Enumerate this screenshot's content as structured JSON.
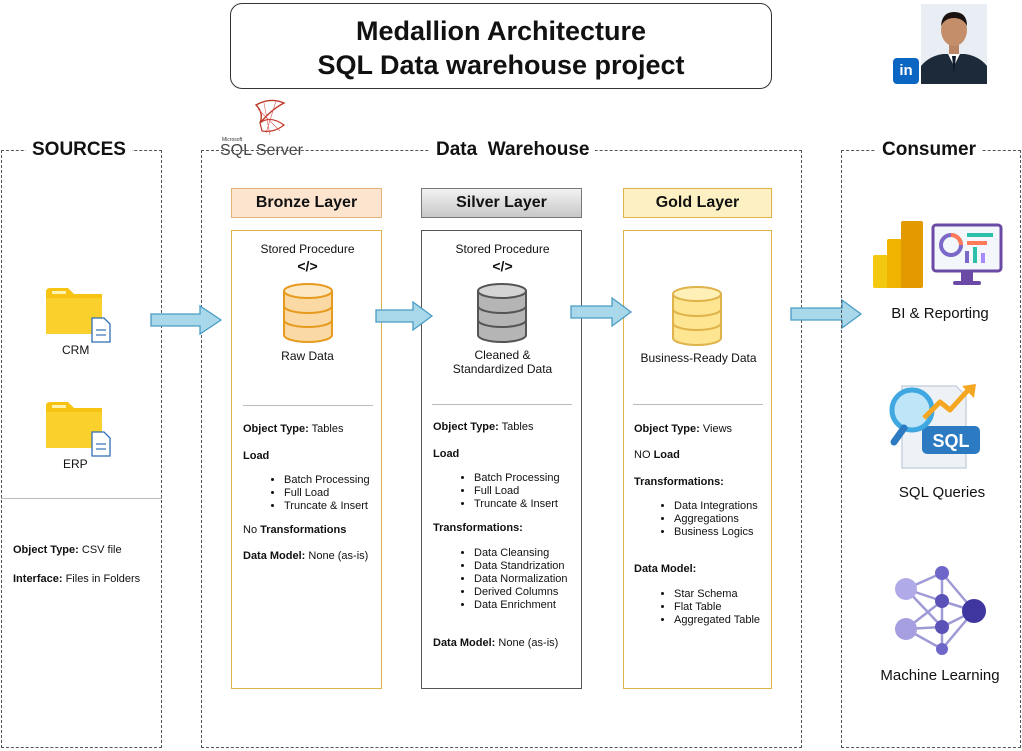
{
  "title": {
    "line1": "Medallion Architecture",
    "line2": "SQL Data warehouse project"
  },
  "linkedin": {
    "badge": "in"
  },
  "sqlserver": {
    "vendor": "Microsoft",
    "name": "SQL Server"
  },
  "sources": {
    "title": "SOURCES",
    "items": [
      "CRM",
      "ERP"
    ],
    "object_type_label": "Object Type:",
    "object_type_value": " CSV file",
    "interface_label": "Interface:",
    "interface_value": " Files in Folders"
  },
  "warehouse": {
    "title": "Data  Warehouse"
  },
  "bronze": {
    "title": "Bronze Layer",
    "proc": "Stored Procedure",
    "code": "</>",
    "data": "Raw Data",
    "object_type_label": "Object Type:",
    "object_type_value": " Tables",
    "load": "Load",
    "load_items": [
      "Batch Processing",
      "Full Load",
      "Truncate & Insert"
    ],
    "transform_prefix": "No ",
    "transform_label": "Transformations",
    "model_label": "Data Model:",
    "model_value": " None (as-is)"
  },
  "silver": {
    "title": "Silver Layer",
    "proc": "Stored Procedure",
    "code": "</>",
    "data_line1": "Cleaned &",
    "data_line2": "Standardized Data",
    "object_type_label": "Object Type:",
    "object_type_value": " Tables",
    "load": "Load",
    "load_items": [
      "Batch Processing",
      "Full Load",
      "Truncate & Insert"
    ],
    "transform_label": "Transformations:",
    "transform_items": [
      "Data Cleansing",
      "Data Standrization",
      "Data Normalization",
      "Derived Columns",
      "Data Enrichment"
    ],
    "model_label": "Data Model:",
    "model_value": " None (as-is)"
  },
  "gold": {
    "title": "Gold Layer",
    "data": "Business-Ready Data",
    "object_type_label": "Object Type:",
    "object_type_value": " Views",
    "load_prefix": "NO ",
    "load": "Load",
    "transform_label": "Transformations:",
    "transform_items": [
      "Data Integrations",
      "Aggregations",
      "Business Logics"
    ],
    "model_label": "Data Model:",
    "model_items": [
      "Star Schema",
      "Flat Table",
      "Aggregated Table"
    ]
  },
  "consumer": {
    "title": "Consumer",
    "items": [
      "BI & Reporting",
      "SQL Queries",
      "Machine Learning"
    ],
    "sql_badge": "SQL"
  },
  "colors": {
    "bronze_head": "#fce4cf",
    "silver_head": "#d9d9d9",
    "gold_head": "#fdf0c2",
    "layer_border": "#e0b24a",
    "arrow_fill": "#a8d8ea",
    "arrow_stroke": "#4a9cc4",
    "folder": "#f7c413"
  }
}
